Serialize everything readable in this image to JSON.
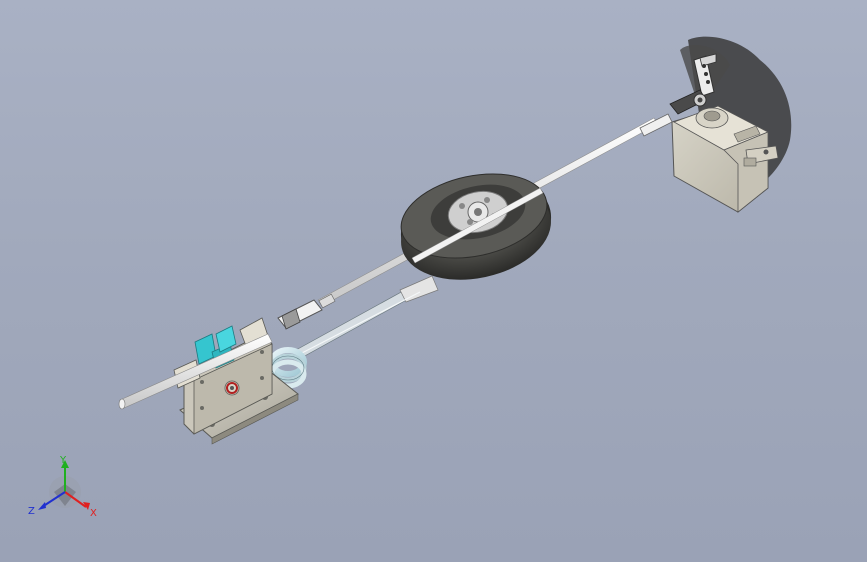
{
  "scene": {
    "background_color": "#a1a9bc",
    "parts": [
      "mount-bracket",
      "torsion-spring",
      "landing-gear-strut",
      "wheel",
      "pushrod",
      "clevis",
      "servo",
      "servo-horn"
    ]
  },
  "triad": {
    "y_label": "Y",
    "z_label": "Z",
    "x_label": "X",
    "colors": {
      "x": "#e02020",
      "y": "#20b020",
      "z": "#2030d0"
    }
  }
}
